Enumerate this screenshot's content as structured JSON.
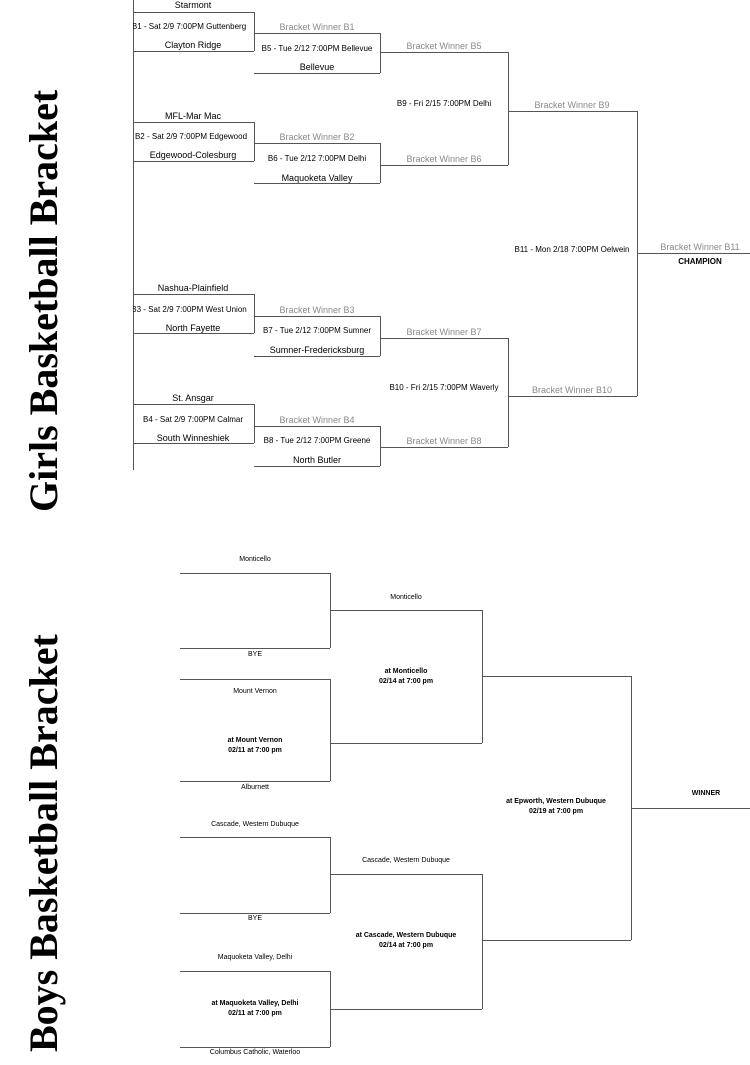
{
  "girls": {
    "title": "Girls Basketball Bracket",
    "round1": [
      {
        "top": "Starmont",
        "game": "B1 - Sat 2/9 7:00PM Guttenberg",
        "bottom": "Clayton Ridge"
      },
      {
        "top": "MFL-Mar Mac",
        "game": "B2 - Sat 2/9 7:00PM Edgewood",
        "bottom": "Edgewood-Colesburg"
      },
      {
        "top": "Nashua-Plainfield",
        "game": "B3 - Sat 2/9 7:00PM West Union",
        "bottom": "North Fayette"
      },
      {
        "top": "St. Ansgar",
        "game": "B4 - Sat 2/9 7:00PM Calmar",
        "bottom": "South Winneshiek"
      }
    ],
    "round2": [
      {
        "top": "Bracket Winner B1",
        "game": "B5 - Tue 2/12 7:00PM Bellevue",
        "bottom": "Bellevue"
      },
      {
        "top": "Bracket Winner B2",
        "game": "B6 - Tue 2/12 7:00PM Delhi",
        "bottom": "Maquoketa Valley"
      },
      {
        "top": "Bracket Winner B3",
        "game": "B7 - Tue 2/12 7:00PM Sumner",
        "bottom": "Sumner-Fredericksburg"
      },
      {
        "top": "Bracket Winner B4",
        "game": "B8 - Tue 2/12 7:00PM Greene",
        "bottom": "North Butler"
      }
    ],
    "round3": [
      {
        "top": "Bracket Winner B5",
        "game": "B9 - Fri 2/15 7:00PM Delhi",
        "bottom": "Bracket Winner B6"
      },
      {
        "top": "Bracket Winner B7",
        "game": "B10 - Fri 2/15 7:00PM Waverly",
        "bottom": "Bracket Winner B8"
      }
    ],
    "final": {
      "top": "Bracket Winner B9",
      "game": "B11 - Mon 2/18 7:00PM Oelwein",
      "bottom": "Bracket Winner B10"
    },
    "champion": {
      "winner": "Bracket Winner B11",
      "label": "CHAMPION"
    }
  },
  "boys": {
    "title": "Boys Basketball Bracket",
    "round1": [
      {
        "top": "Monticello",
        "game1": "",
        "game2": "",
        "bottom": "BYE"
      },
      {
        "top": "Mount Vernon",
        "game1": "at Mount Vernon",
        "game2": "02/11 at 7:00 pm",
        "bottom": "Alburnett"
      },
      {
        "top": "Cascade, Western Dubuque",
        "game1": "",
        "game2": "",
        "bottom": "BYE"
      },
      {
        "top": "Maquoketa Valley, Delhi",
        "game1": "at Maquoketa Valley, Delhi",
        "game2": "02/11 at 7:00 pm",
        "bottom": "Columbus Catholic, Waterloo"
      }
    ],
    "round2": [
      {
        "top": "Monticello",
        "game1": "at Monticello",
        "game2": "02/14 at 7:00 pm"
      },
      {
        "top": "Cascade, Western Dubuque",
        "game1": "at Cascade, Western Dubuque",
        "game2": "02/14 at 7:00 pm"
      }
    ],
    "final": {
      "game1": "at Epworth, Western Dubuque",
      "game2": "02/19 at 7:00 pm"
    },
    "winner": "WINNER"
  }
}
